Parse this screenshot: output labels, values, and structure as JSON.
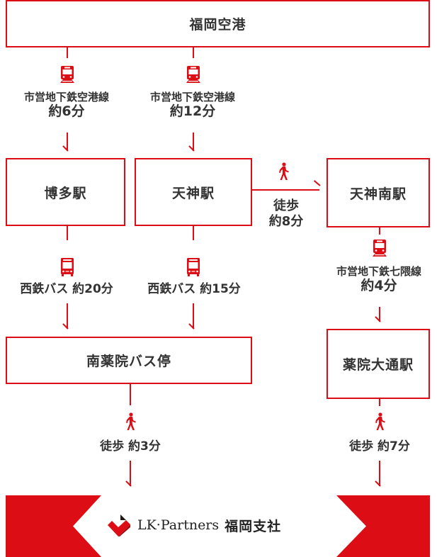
{
  "colors": {
    "accent": "#dc0d15",
    "text": "#333333",
    "logo_dark": "#231815"
  },
  "stations": {
    "fukuoka_airport": "福岡空港",
    "hakata": "博多駅",
    "tenjin": "天神駅",
    "tenjin_minami": "天神南駅",
    "minami_yakuin_bus": "南薬院バス停",
    "yakuin_odori": "薬院大通駅"
  },
  "routes": {
    "airport_to_hakata": {
      "icon": "train-icon",
      "line": "市営地下鉄空港線",
      "time": "約6分"
    },
    "airport_to_tenjin": {
      "icon": "train-icon",
      "line": "市営地下鉄空港線",
      "time": "約12分"
    },
    "tenjin_to_tenjin_minami": {
      "icon": "walking-icon",
      "line": "徒歩",
      "time": "約8分"
    },
    "hakata_to_bus": {
      "icon": "bus-icon",
      "text": "西鉄バス 約20分"
    },
    "tenjin_to_bus": {
      "icon": "bus-icon",
      "text": "西鉄バス 約15分"
    },
    "tenjin_minami_to_yakuin": {
      "icon": "train-icon",
      "line": "市営地下鉄七隈線",
      "time": "約4分"
    },
    "bus_to_office": {
      "icon": "walking-icon",
      "text": "徒歩 約3分"
    },
    "yakuin_to_office": {
      "icon": "walking-icon",
      "text": "徒歩 約7分"
    }
  },
  "destination": {
    "brand": "LK·Partners",
    "branch": "福岡支社"
  }
}
